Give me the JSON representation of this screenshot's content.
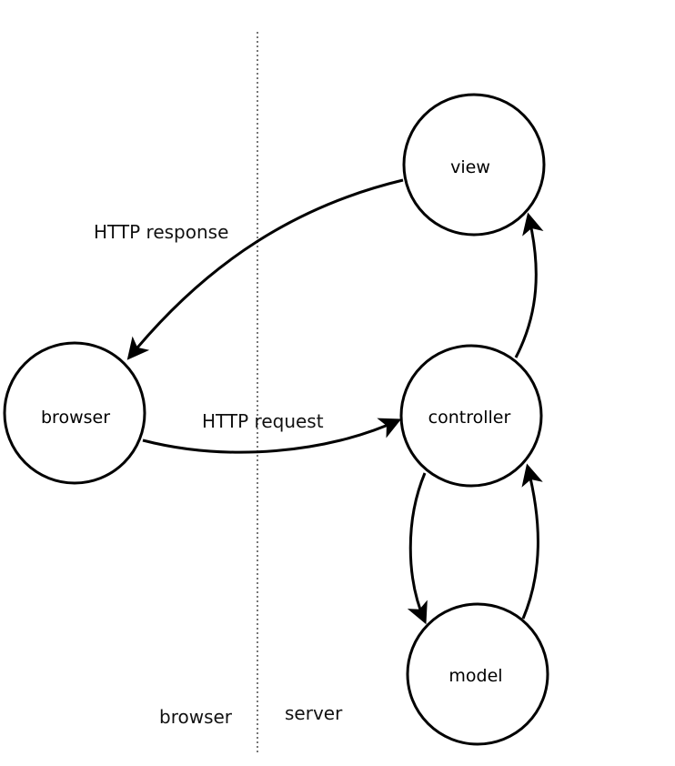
{
  "nodes": {
    "view": {
      "label": "view"
    },
    "browser": {
      "label": "browser"
    },
    "controller": {
      "label": "controller"
    },
    "model": {
      "label": "model"
    }
  },
  "edges": {
    "http_response": {
      "label": "HTTP response"
    },
    "http_request": {
      "label": "HTTP request"
    }
  },
  "zones": {
    "browser": {
      "label": "browser"
    },
    "server": {
      "label": "server"
    }
  }
}
